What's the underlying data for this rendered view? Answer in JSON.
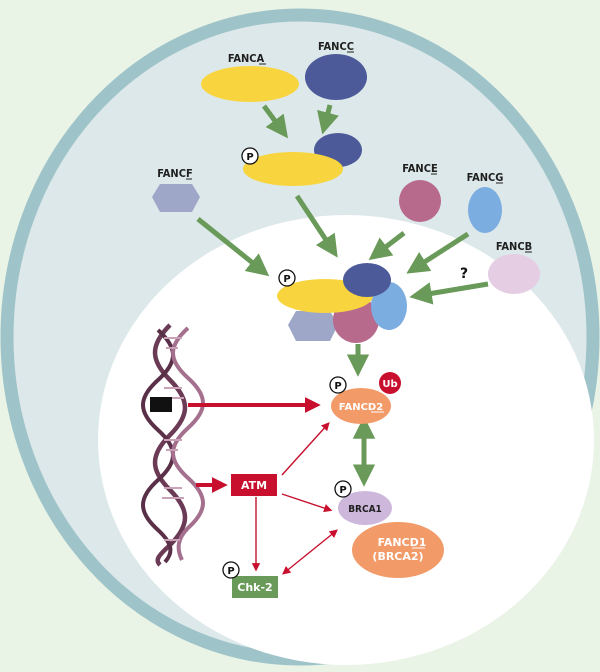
{
  "proteins": {
    "fanca": "FANCA",
    "fancc": "FANCC",
    "fancf": "FANCF",
    "fance": "FANCE",
    "fancg": "FANCG",
    "fancb": "FANCB",
    "fancd2": "FANCD2",
    "brca1": "BRCA1",
    "fancd1_line1": "FANCD1",
    "fancd1_line2": "(BRCA2)",
    "atm": "ATM",
    "chk2": "Chk-2"
  },
  "marks": {
    "phospho": "P",
    "ubiquitin": "Ub",
    "unknown": "?"
  },
  "colors": {
    "fanca": "#f8d53e",
    "fancc": "#4d5a9a",
    "fancf": "#9ea7c8",
    "fance": "#b86a8c",
    "fancg": "#7cade0",
    "fancb": "#e5cde4",
    "fancd2": "#f29a68",
    "brca1": "#cdb8dc",
    "fancd1": "#f29a68",
    "atm": "#c8102e",
    "chk2": "#6a9a59",
    "ub": "#c8102e",
    "arrow_green": "#6a9a59",
    "arrow_red": "#c8102e"
  }
}
